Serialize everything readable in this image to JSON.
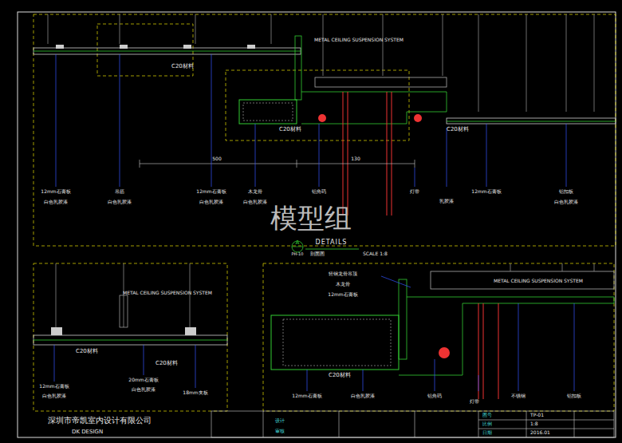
{
  "diagram": {
    "title": "DETAILS",
    "labels": [
      "METAL CEILING SUSPENSION SYSTEM",
      "C20材料",
      "C20材料",
      "C20材料",
      "12mm石膏板",
      "吊筋",
      "12mm石膏板",
      "木龙骨",
      "铝角码",
      "灯带",
      "乳胶漆",
      "12mm石膏板",
      "铝扣板",
      "白色乳胶漆",
      "白色乳胶漆",
      "白色乳胶漆",
      "白色乳胶漆",
      "白色乳胶漆",
      "500",
      "130",
      "A",
      "PH-10",
      "剖面图",
      "SCALE 1:8",
      "METAL CEILING SUSPENSION SYSTEM",
      "C20材料",
      "C20材料",
      "12mm石膏板",
      "白色乳胶漆",
      "20mm石膏板",
      "白色乳胶漆",
      "18mm夹板",
      "METAL CEILING SUSPENSION SYSTEM",
      "轻钢龙骨吊顶",
      "木龙骨",
      "12mm石膏板",
      "C20材料",
      "12mm石膏板",
      "白色乳胶漆",
      "铝角码",
      "灯带",
      "不锈钢",
      "铝扣板",
      "模型组",
      "深圳市帝凯室内设计有限公司",
      "DK DESIGN",
      "设计",
      "审核",
      "图号",
      "TP-01",
      "比例",
      "1:8",
      "日期",
      "2016.01"
    ]
  }
}
